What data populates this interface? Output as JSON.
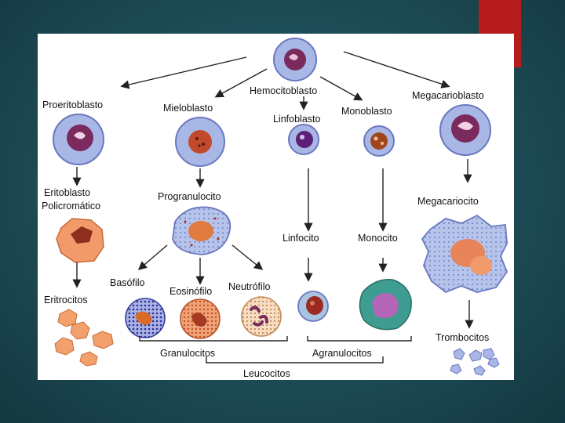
{
  "slide": {
    "accent_color": "#b71c1c",
    "background_color": "#1f505a"
  },
  "diagram": {
    "labels": {
      "hemocitoblasto": "Hemocitoblasto",
      "proeritoblasto": "Proeritoblasto",
      "mieloblasto": "Mieloblasto",
      "linfoblasto": "Linfoblasto",
      "monoblasto": "Monoblasto",
      "megacarioblasto": "Megacarioblasto",
      "eritoblasto_line1": "Eritoblasto",
      "eritoblasto_line2": "Policromático",
      "progranulocito": "Progranulocito",
      "megacariocito": "Megacariocito",
      "linfocito": "Linfocito",
      "monocito": "Monocito",
      "eritrocitos": "Eritrocitos",
      "basofilo": "Basófilo",
      "eosinofilo": "Eosinófilo",
      "neutrofilo": "Neutrófilo",
      "trombocitos": "Trombocitos",
      "granulocitos": "Granulocitos",
      "agranulocitos": "Agranulocitos",
      "leucocitos": "Leucocitos"
    }
  }
}
